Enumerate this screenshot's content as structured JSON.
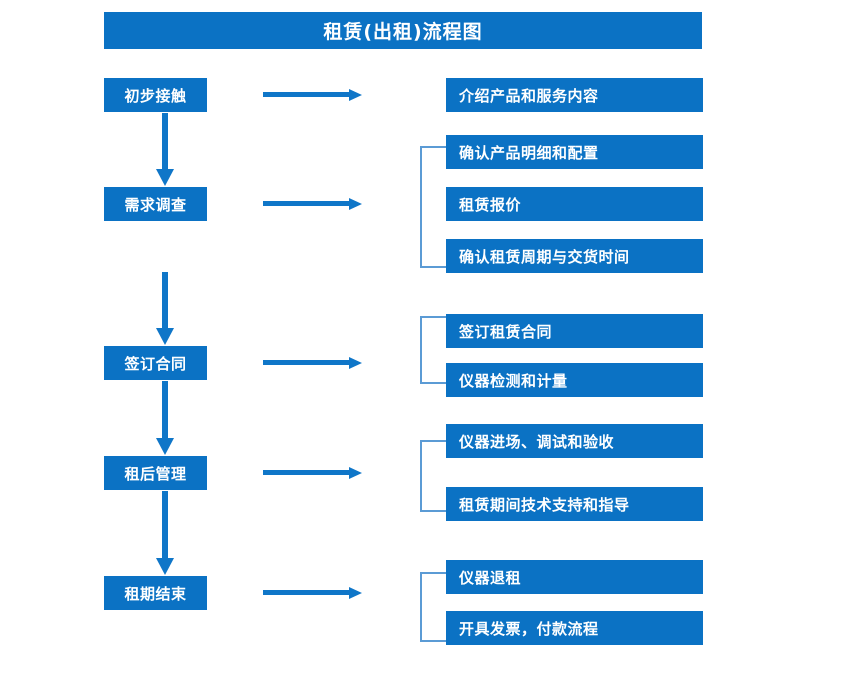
{
  "title": "租赁(出租)流程图",
  "colors": {
    "box_blue": "#0b72c4",
    "arrow_blue": "#0f76c8",
    "bracket_blue": "#5b9bd5",
    "text_white": "#ffffff",
    "background": "#ffffff"
  },
  "chart_data": {
    "type": "diagram",
    "title": "租赁(出租)流程图",
    "stages": [
      {
        "label": "初步接触",
        "details": [
          "介绍产品和服务内容"
        ]
      },
      {
        "label": "需求调查",
        "details": [
          "确认产品明细和配置",
          "租赁报价",
          "确认租赁周期与交货时间"
        ]
      },
      {
        "label": "签订合同",
        "details": [
          "签订租赁合同",
          "仪器检测和计量"
        ]
      },
      {
        "label": "租后管理",
        "details": [
          "仪器进场、调试和验收",
          "租赁期间技术支持和指导"
        ]
      },
      {
        "label": "租期结束",
        "details": [
          "仪器退租",
          "开具发票，付款流程"
        ]
      }
    ]
  },
  "stages": [
    {
      "label": "初步接触"
    },
    {
      "label": "需求调查"
    },
    {
      "label": "签订合同"
    },
    {
      "label": "租后管理"
    },
    {
      "label": "租期结束"
    }
  ],
  "details": [
    {
      "label": "介绍产品和服务内容"
    },
    {
      "label": "确认产品明细和配置"
    },
    {
      "label": "租赁报价"
    },
    {
      "label": "确认租赁周期与交货时间"
    },
    {
      "label": "签订租赁合同"
    },
    {
      "label": "仪器检测和计量"
    },
    {
      "label": "仪器进场、调试和验收"
    },
    {
      "label": "租赁期间技术支持和指导"
    },
    {
      "label": "仪器退租"
    },
    {
      "label": "开具发票，付款流程"
    }
  ]
}
